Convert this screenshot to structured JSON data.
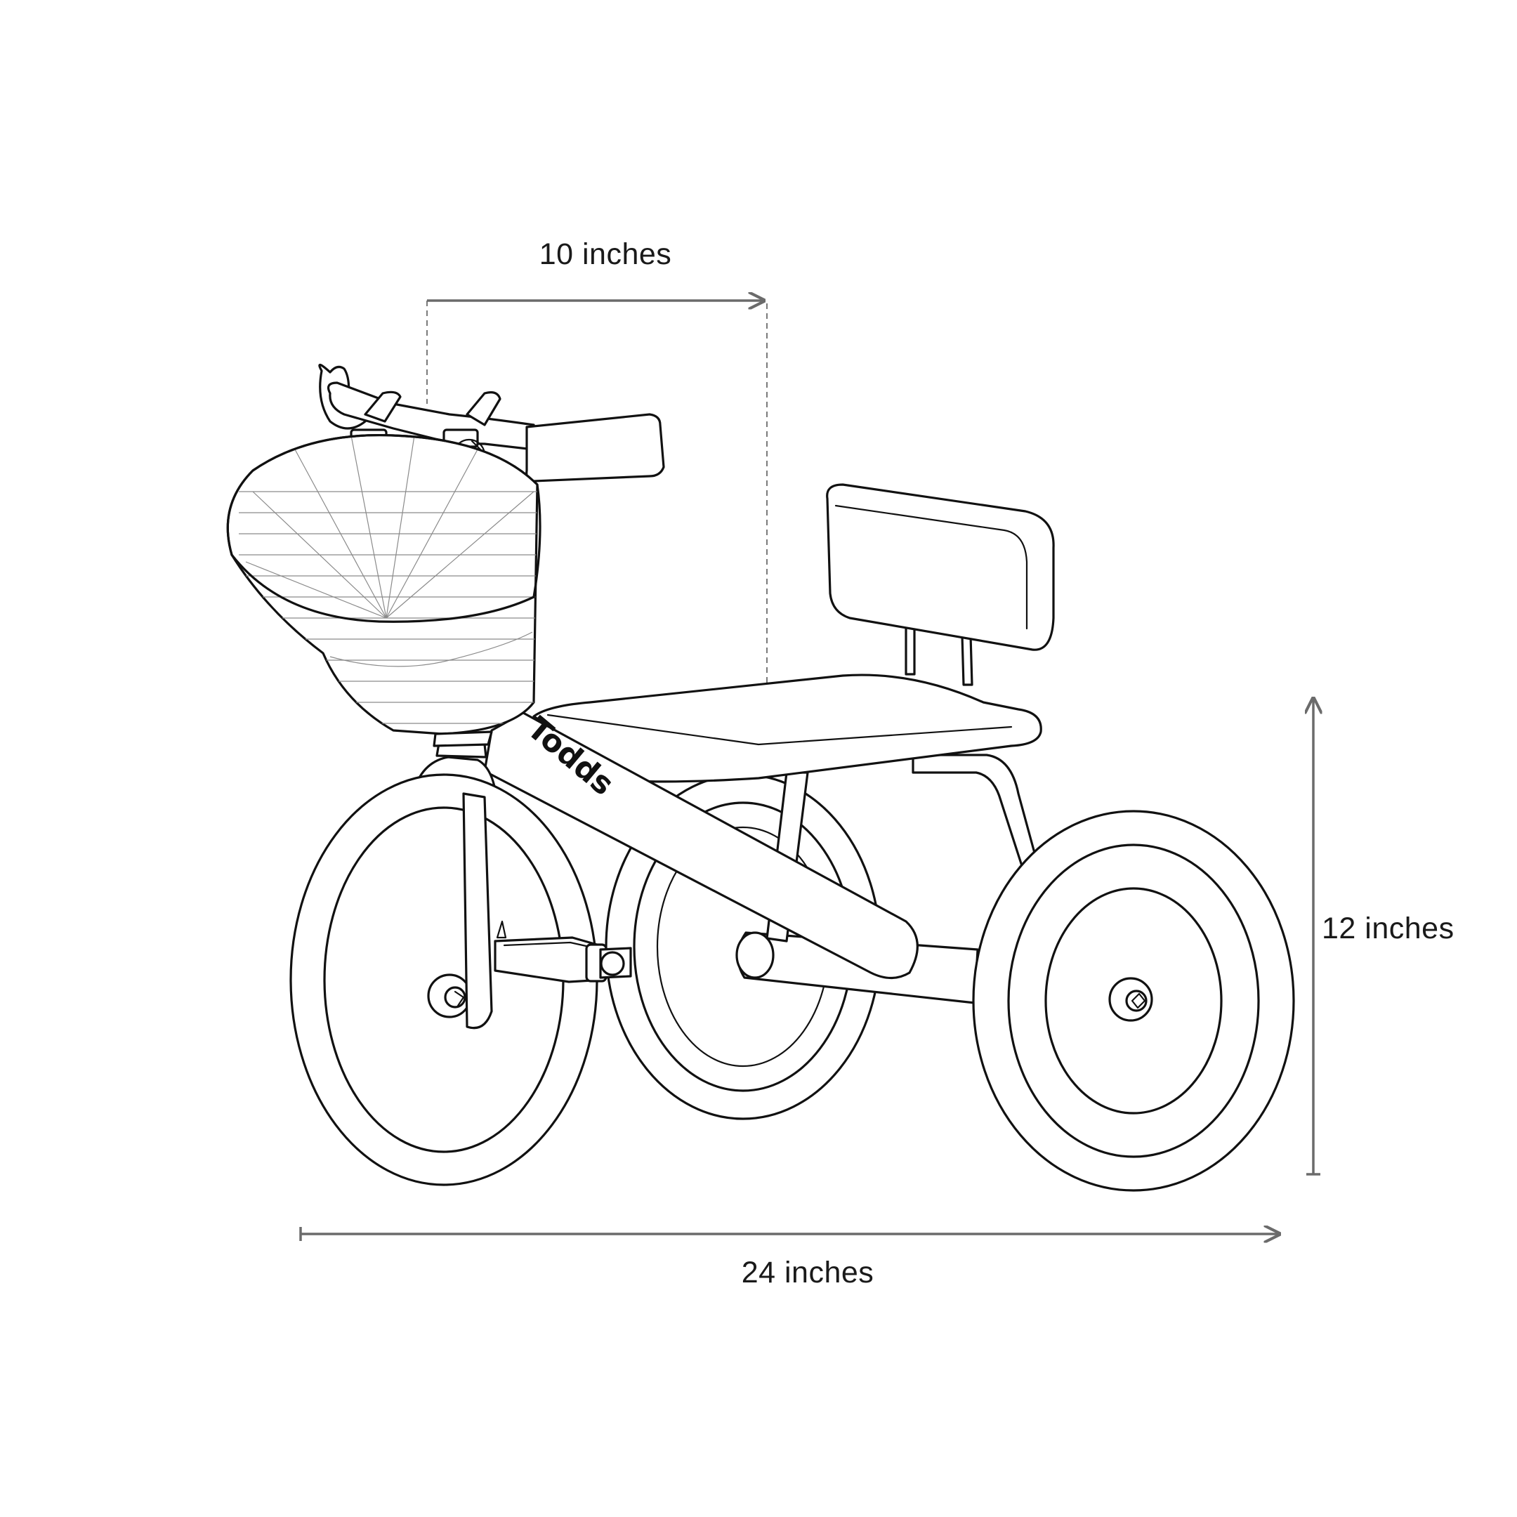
{
  "dimensions": {
    "handlebar_width": "10 inches",
    "height": "12 inches",
    "length": "24  inches"
  },
  "brand": {
    "frame_logo": "Todds"
  },
  "colors": {
    "ink": "#111111",
    "dimension_lines": "#6b6b6b",
    "background": "#ffffff"
  }
}
